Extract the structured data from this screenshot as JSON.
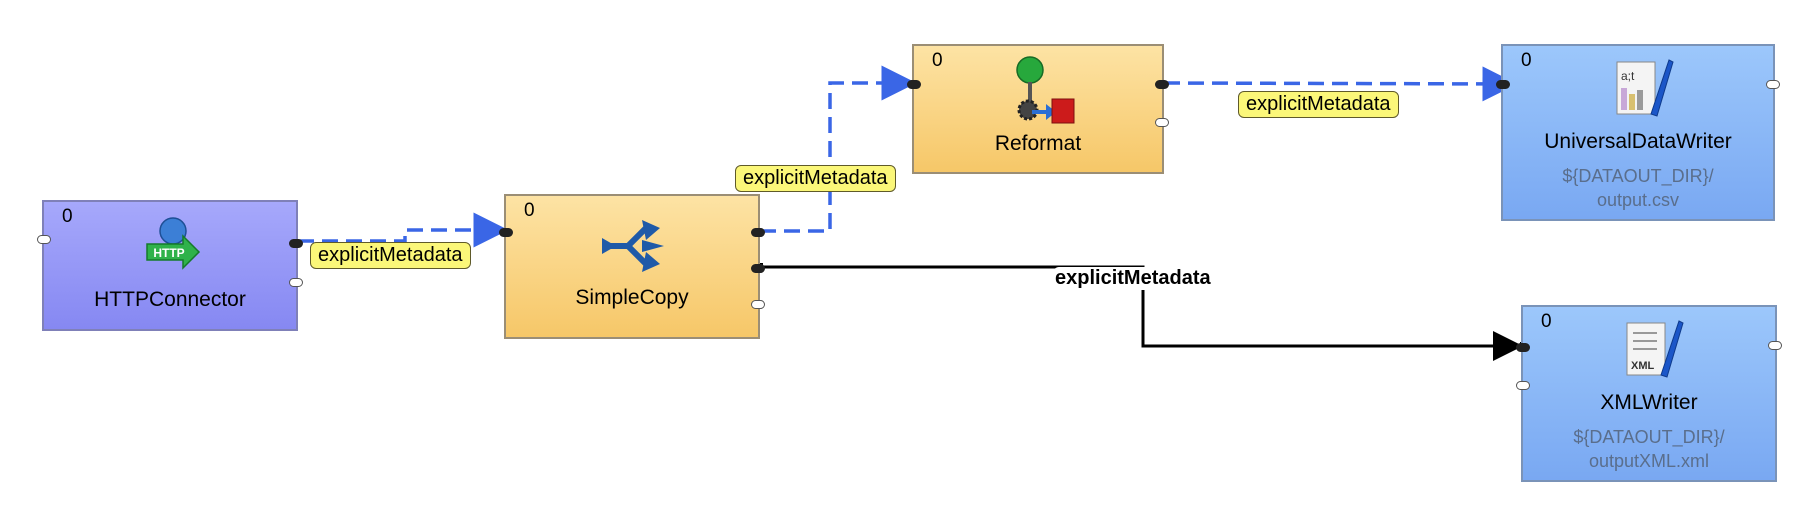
{
  "nodes": {
    "http": {
      "phase": "0",
      "title": "HTTPConnector"
    },
    "copy": {
      "phase": "0",
      "title": "SimpleCopy"
    },
    "reformat": {
      "phase": "0",
      "title": "Reformat"
    },
    "uwriter": {
      "phase": "0",
      "title": "UniversalDataWriter",
      "file_line1": "${DATAOUT_DIR}/",
      "file_line2": "output.csv"
    },
    "xwriter": {
      "phase": "0",
      "title": "XMLWriter",
      "file_line1": "${DATAOUT_DIR}/",
      "file_line2": "outputXML.xml"
    }
  },
  "edges": {
    "e1": {
      "label": "explicitMetadata"
    },
    "e2": {
      "label": "explicitMetadata"
    },
    "e3": {
      "label": "explicitMetadata"
    },
    "e4": {
      "label": "explicitMetadata"
    }
  },
  "colors": {
    "dashed_edge": "#3a66e6",
    "solid_edge": "#000000",
    "component_orange": "#f6c768",
    "reader_violet": "#8688f2",
    "writer_blue": "#79a8f2",
    "edge_label": "#fbf779"
  },
  "icons": {
    "http": "http-connector-icon",
    "copy": "arrows-copy-icon",
    "reformat": "reformat-gear-icon",
    "uwriter": "text-writer-icon",
    "xwriter": "xml-writer-icon"
  }
}
